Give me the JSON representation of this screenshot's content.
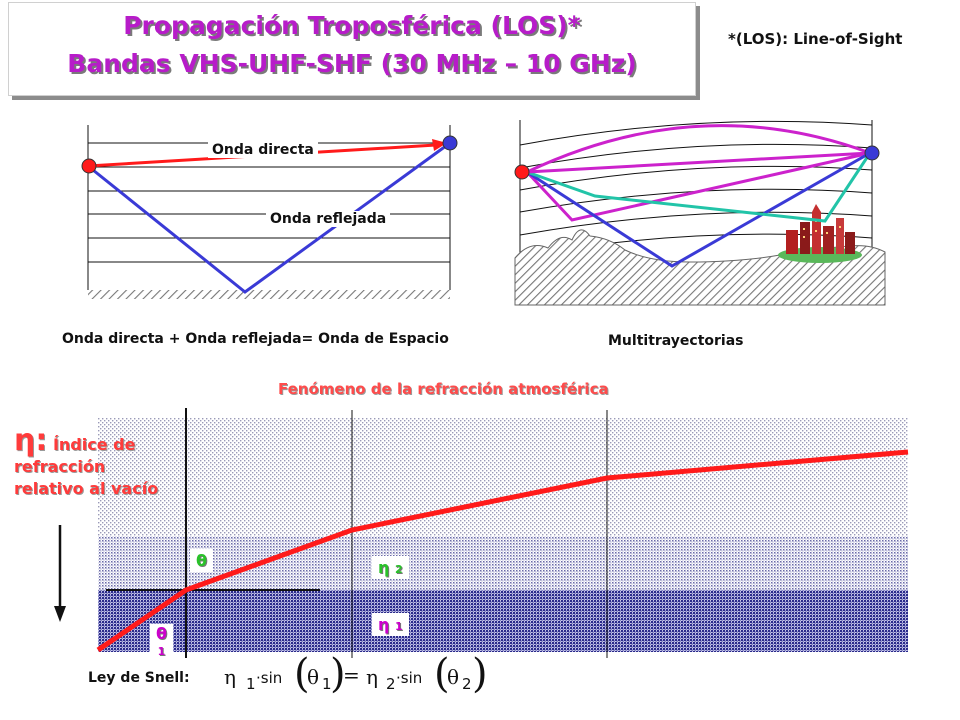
{
  "title": {
    "line1": "Propagación Troposférica (LOS)*",
    "line2": "Bandas VHS-UHF-SHF (30 MHz – 10 GHz)"
  },
  "footnote": "*(LOS): Line-of-Sight",
  "left_diagram": {
    "direct_label": "Onda directa",
    "reflected_label": "Onda reflejada",
    "caption": "Onda directa + Onda reflejada= Onda de Espacio"
  },
  "right_diagram": {
    "caption": "Multitrayectorias"
  },
  "refraction": {
    "title": "Fenómeno de la refracción atmosférica",
    "eta_symbol": "η:",
    "eta_text_1": "Índice de",
    "eta_text_2": "refracción",
    "eta_text_3": "relativo al vacío",
    "theta_label": "θ",
    "theta1_label": "θ",
    "theta1_sub": "1",
    "eta2_label": "η",
    "eta2_sub": "2",
    "eta1_label": "η",
    "eta1_sub": "1"
  },
  "snell": {
    "label": "Ley de Snell:",
    "eta": "η",
    "sub1": "1",
    "sub2": "2",
    "sin": "·sin",
    "theta": "θ",
    "equals": "="
  },
  "colors": {
    "title": "#b71cc9",
    "red_path": "#ff1a1a",
    "blue_path": "#3a3ad6",
    "magenta_path": "#cc22cc",
    "teal_path": "#22c4a8",
    "refraction_title": "#ff4b4b",
    "green_label": "#29c229"
  }
}
